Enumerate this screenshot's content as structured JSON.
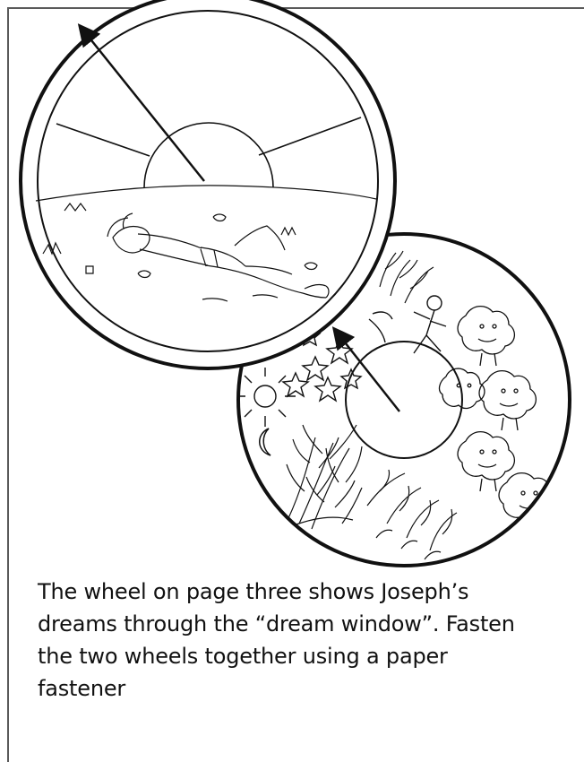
{
  "colors": {
    "ink": "#111111",
    "frame": "#5a5a5a",
    "paper": "#ffffff"
  },
  "illustration": {
    "large_wheel_scene": "sleeping-man-icon",
    "small_wheel_scenes": [
      "stars-icon",
      "sun-icon",
      "moon-icon",
      "wheat-sheaves-icon",
      "cows-icon",
      "vines-icon"
    ]
  },
  "caption": {
    "lines": [
      "The wheel on page three shows Joseph’s",
      "dreams through the “dream window”.  Fasten",
      "the two wheels together using a paper",
      "fastener"
    ]
  }
}
